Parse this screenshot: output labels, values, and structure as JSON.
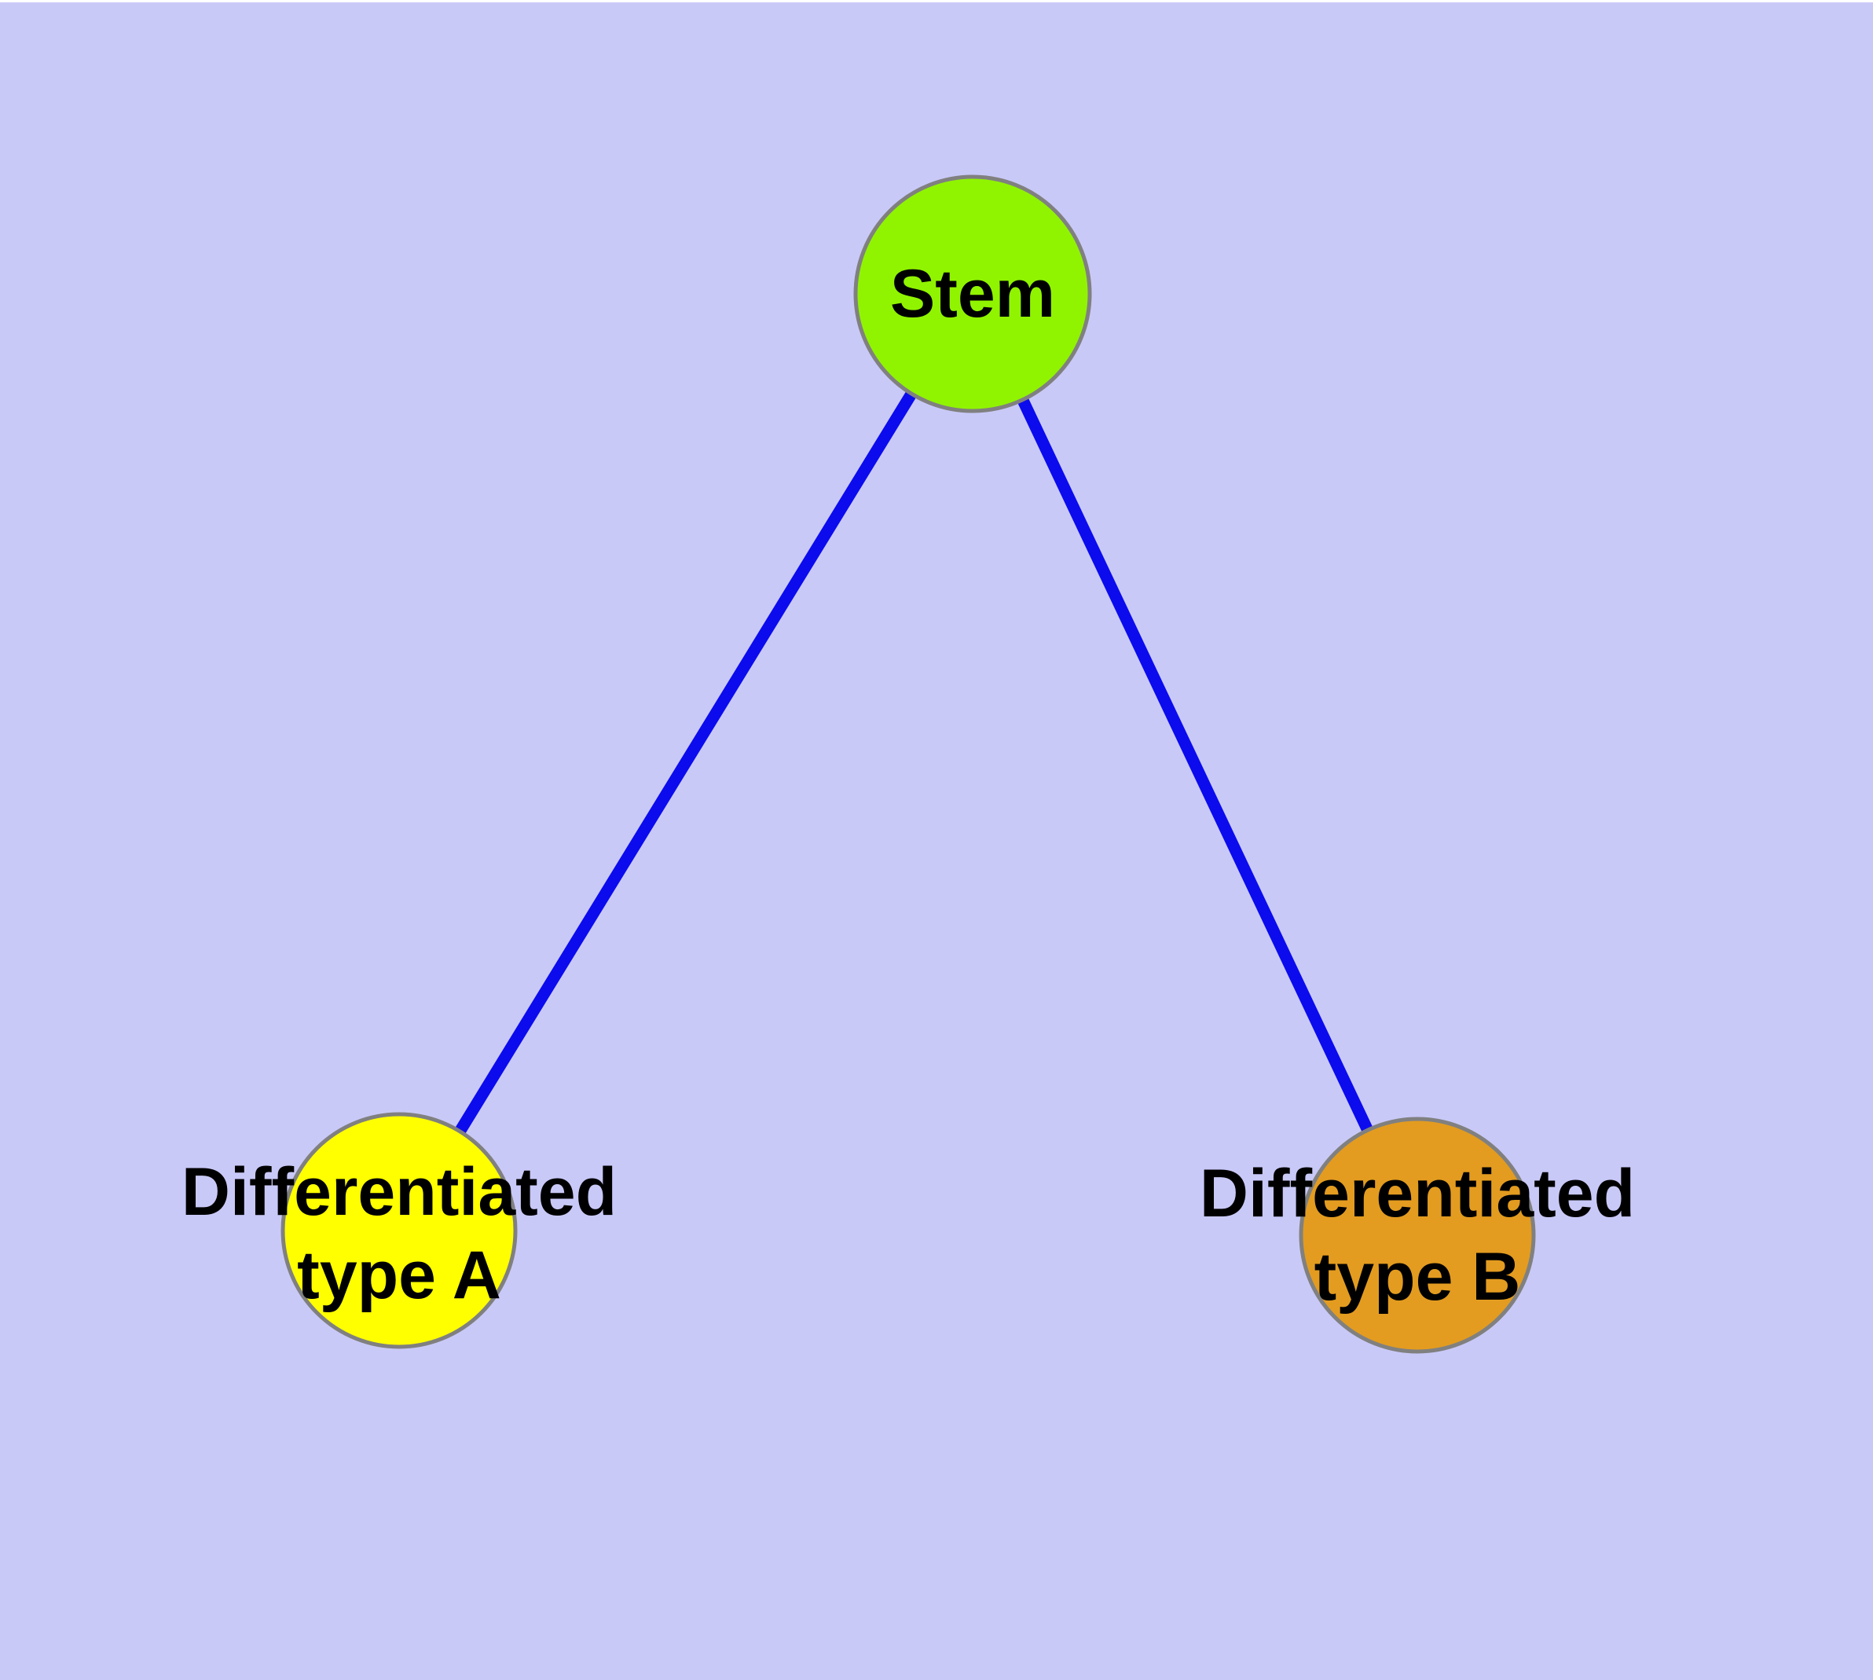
{
  "diagram": {
    "type": "node-link-tree",
    "background_color": "#c9c9f8",
    "edge_color": "#0b0bee",
    "text_color": "#000000",
    "node_border_color": "#808080",
    "nodes": [
      {
        "id": "stem",
        "label": "Stem",
        "fill": "#90f400",
        "border": "#808080"
      },
      {
        "id": "diff-a",
        "label_line1": "Differentiated",
        "label_line2": "type A",
        "fill": "#ffff00",
        "border": "#808080"
      },
      {
        "id": "diff-b",
        "label_line1": "Differentiated",
        "label_line2": "type B",
        "fill": "#e39c20",
        "border": "#808080"
      }
    ],
    "edges": [
      {
        "from": "stem",
        "to": "diff-a"
      },
      {
        "from": "stem",
        "to": "diff-b"
      }
    ]
  }
}
